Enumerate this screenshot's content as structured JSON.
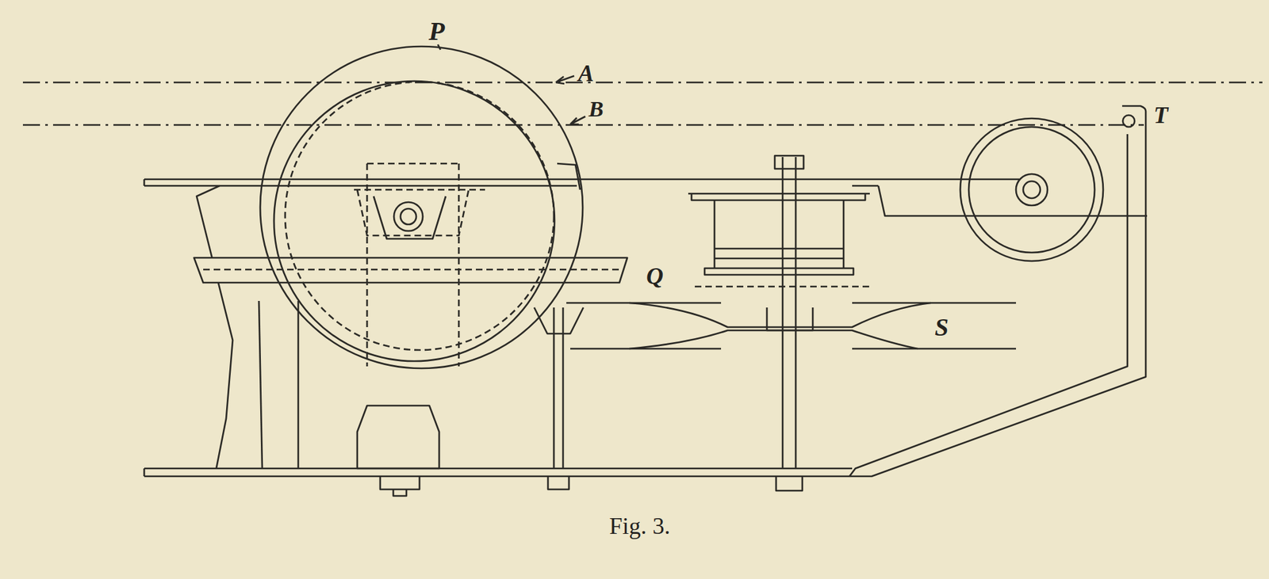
{
  "diagram": {
    "caption": "Fig. 3.",
    "labels": [
      "P",
      "A",
      "B",
      "T",
      "Q",
      "S"
    ]
  }
}
